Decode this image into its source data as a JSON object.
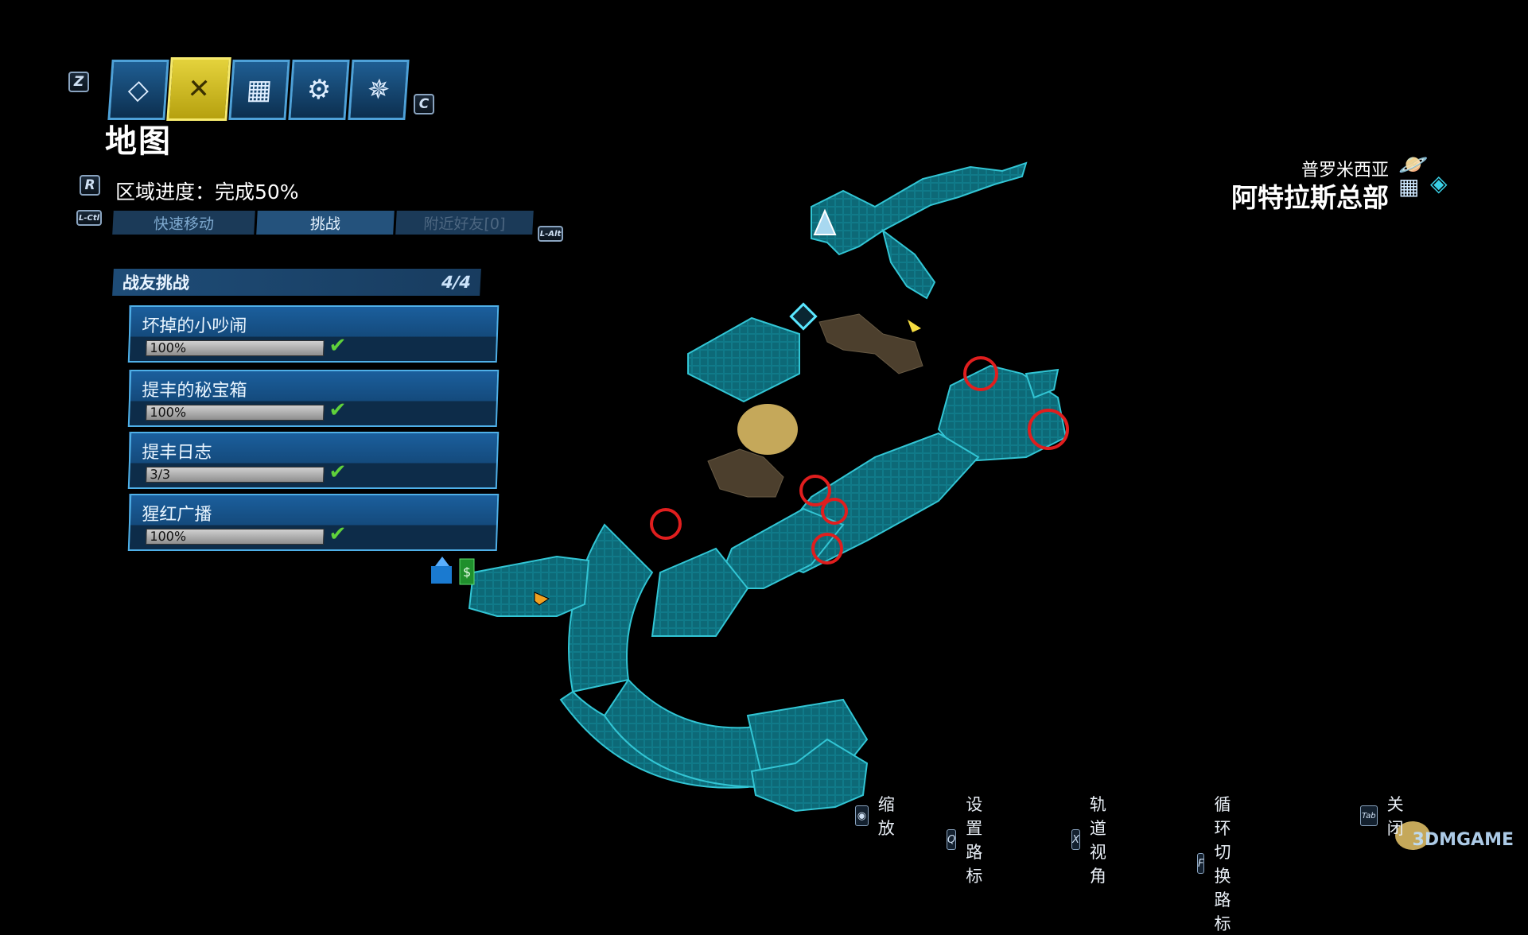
{
  "nav": {
    "left_key": "Z",
    "right_key": "C",
    "tabs": [
      {
        "icon": "diamond-icon"
      },
      {
        "icon": "map-icon",
        "active": true
      },
      {
        "icon": "backpack-icon"
      },
      {
        "icon": "gear-badge-icon"
      },
      {
        "icon": "medal-icon"
      }
    ]
  },
  "title": "地图",
  "progress": {
    "key": "R",
    "label": "区域进度：完成50%"
  },
  "subtabs": {
    "left_key": "L-Ctl",
    "right_key": "L-Alt",
    "items": [
      "快速移动",
      "挑战",
      "附近好友[0]"
    ],
    "active_index": 1
  },
  "challenges": {
    "header": "战友挑战",
    "count": "4/4",
    "items": [
      {
        "name": "坏掉的小吵闹",
        "progress": "100%",
        "fill": 1.0
      },
      {
        "name": "提丰的秘宝箱",
        "progress": "100%",
        "fill": 1.0
      },
      {
        "name": "提丰日志",
        "progress": "3/3",
        "fill": 1.0
      },
      {
        "name": "猩红广播",
        "progress": "100%",
        "fill": 1.0
      }
    ]
  },
  "location": {
    "planet": "普罗米西亚",
    "zone": "阿特拉斯总部"
  },
  "hints": [
    {
      "key": "mouse",
      "label": "缩放"
    },
    {
      "key": "Q",
      "label": "设置路标"
    },
    {
      "key": "X",
      "label": "轨道视角"
    },
    {
      "key": "F",
      "label": "循环切换路标"
    },
    {
      "key": "Tab",
      "label": "关闭"
    }
  ],
  "watermark": "3DMGAME",
  "colors": {
    "map": "#11808f",
    "map_edge": "#2fc7d8",
    "marker_circle": "#e01e1e",
    "accent_yellow": "#e4d23c"
  }
}
